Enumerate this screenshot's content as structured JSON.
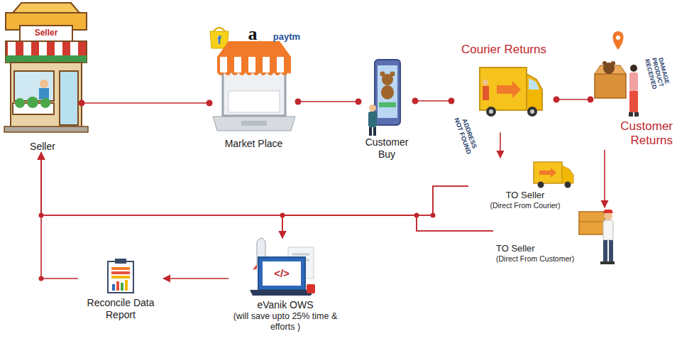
{
  "diagram": {
    "nodes": [
      {
        "text": [
          "Seller"
        ]
      },
      {
        "text": [
          "Market Place"
        ]
      },
      {
        "text": [
          "Customer Buy"
        ]
      },
      {
        "text": [
          "Courier Returns"
        ]
      },
      {
        "text": [
          "Customer Returns"
        ]
      },
      {
        "text": [
          "TO Seller",
          "(Direct From Courier)"
        ]
      },
      {
        "text": [
          "TO Seller",
          "(Direct From Customer)"
        ]
      },
      {
        "text": [
          "eVanik OWS",
          "(will save upto 25% time & efforts )"
        ]
      },
      {
        "text": [
          "Reconcile Data Report"
        ]
      }
    ],
    "edges": [
      {
        "from": 0,
        "to": 1,
        "arrow": "none"
      },
      {
        "from": 1,
        "to": 2,
        "arrow": "none"
      },
      {
        "from": 2,
        "to": 3,
        "arrow": "none"
      },
      {
        "from": 3,
        "to": 4,
        "arrow": "none"
      },
      {
        "from": 3,
        "to": 5,
        "arrow": "to"
      },
      {
        "from": 4,
        "to": 6,
        "arrow": "to"
      },
      {
        "from": 5,
        "to": 7,
        "arrow": "to"
      },
      {
        "from": 6,
        "to": 7,
        "arrow": "to"
      },
      {
        "from": 5,
        "to": 0,
        "arrow": "to"
      },
      {
        "from": 6,
        "to": 0,
        "arrow": "to"
      },
      {
        "from": 7,
        "to": 8,
        "arrow": "to"
      },
      {
        "from": 8,
        "to": 0,
        "arrow": "to"
      }
    ],
    "labels": [
      "Seller",
      "f",
      "a",
      "paytm",
      "ADDRESS NOT FOUND",
      "DAMAGE PRODUCT RECEIVED",
      "</>"
    ]
  }
}
